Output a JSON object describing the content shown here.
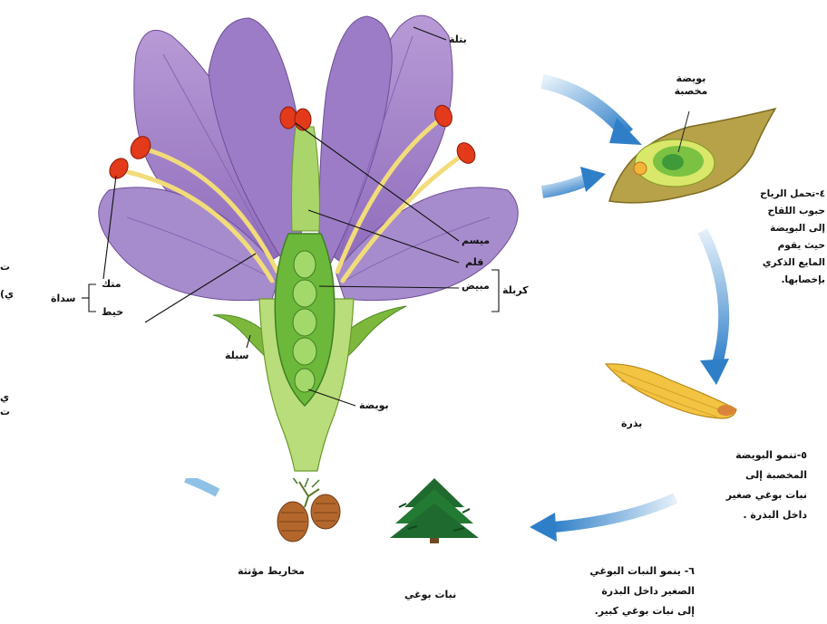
{
  "flower_labels": {
    "petal": "بتلة",
    "sepal": "سبلة",
    "anther": "متك",
    "filament": "خيط",
    "stamen": "سداة",
    "stigma": "ميسم",
    "style": "قلم",
    "ovary": "مبيض",
    "carpel": "كربلة",
    "ovule": "بويضة"
  },
  "cycle_labels": {
    "fertilized_ovule": [
      "بويضة",
      "مخصبة"
    ],
    "seed": "بذرة",
    "cones": "مخاريط مؤنثة",
    "sporophyte": "نبات بوغي"
  },
  "steps": {
    "step4": [
      "٤-تحمل الرياح",
      "حبوب اللقاح",
      "إلى البويضة",
      "حيث يقوم",
      "المايع الذكري",
      "بإخصابها."
    ],
    "step5": [
      "٥-تنمو البويضة",
      "المخصبة إلى",
      "نبات بوغي صغير",
      "داخل البذرة ."
    ],
    "step6": [
      "٦- ينمو النبات البوغي",
      "الصغير داخل البذرة",
      "إلى نبات بوغي كبير."
    ]
  },
  "left_edge_fragments": [
    "ت",
    "ي)",
    "ي",
    "ت"
  ],
  "colors": {
    "petal": "#a98bc9",
    "petal_dark": "#7d5aa8",
    "stem_green": "#8dc63f",
    "arrow_blue": "#2f7fc8",
    "anther_red": "#e23a1a",
    "filament_yellow": "#f2dc7a"
  }
}
